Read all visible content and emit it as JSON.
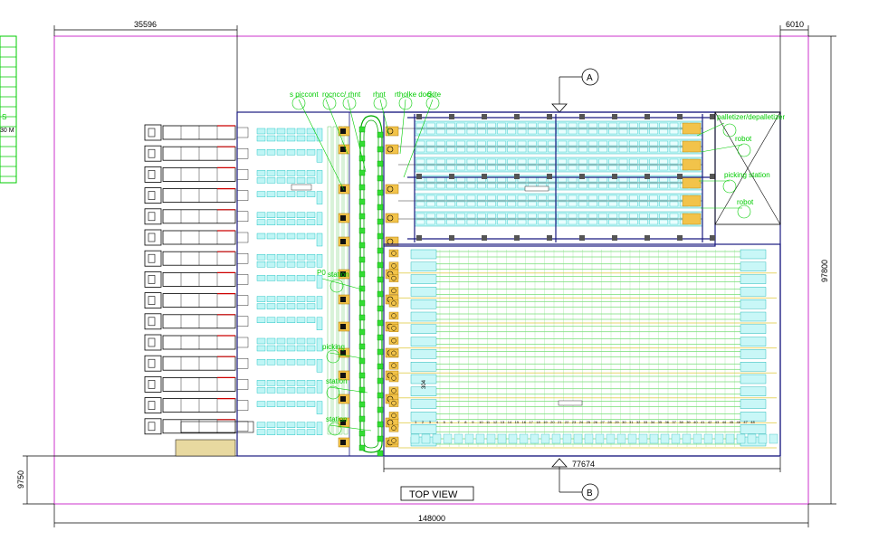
{
  "drawing": {
    "title": "TOP VIEW",
    "dimensions": {
      "top_left_width": "35596",
      "top_right_width": "6010",
      "overall_height": "97800",
      "lower_left_height": "9750",
      "overall_width": "148000",
      "storage_width": "77674"
    },
    "section_markers": {
      "upper": "A",
      "lower": "B"
    },
    "legend_fragment": {
      "item_1": "S",
      "item_2": "30 M"
    },
    "callouts": [
      "s piccont",
      "rocnc",
      "c/ rhnt",
      "rhnt",
      "rtholke dock",
      "6 ite",
      "palletizer/depalletizer",
      "robot",
      "picking station",
      "robot",
      "P0",
      "station",
      "picking",
      "station",
      "station"
    ],
    "tag_304": "304",
    "column_numbers": [
      "1",
      "2",
      "3",
      "4",
      "5",
      "6",
      "7",
      "8",
      "9",
      "10",
      "11",
      "12",
      "13",
      "14",
      "15",
      "16",
      "17",
      "18",
      "19",
      "20",
      "21",
      "22",
      "23",
      "24",
      "25",
      "26",
      "27",
      "28",
      "29",
      "30",
      "31",
      "32",
      "33",
      "34",
      "35",
      "36",
      "37",
      "38",
      "39",
      "40",
      "41",
      "42",
      "43",
      "44",
      "45",
      "46",
      "47",
      "48"
    ]
  }
}
